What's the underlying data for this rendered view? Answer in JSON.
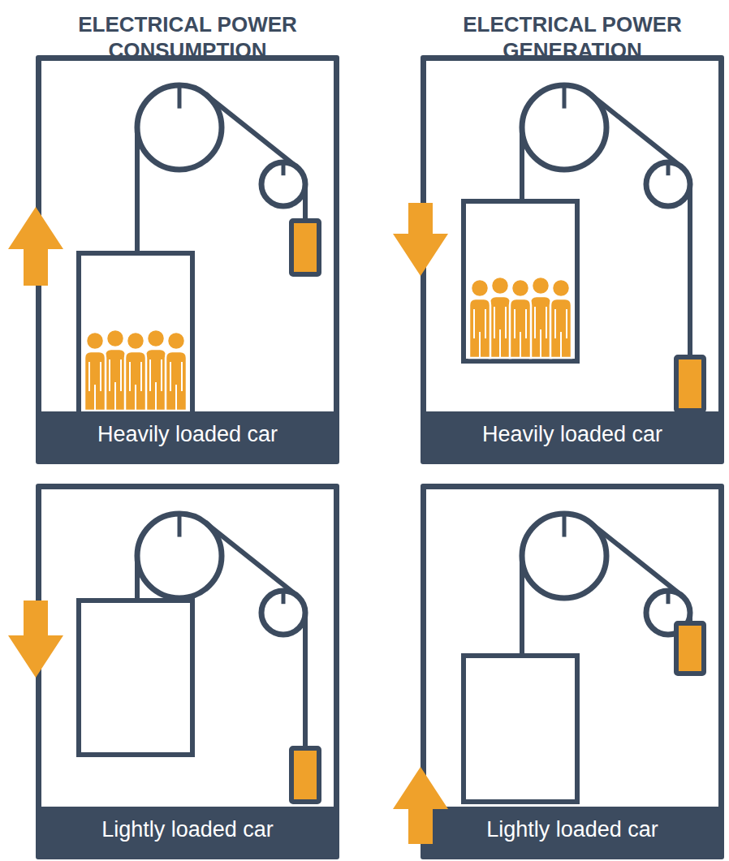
{
  "diagram": {
    "nodes": [
      {
        "text": [
          "Heavily loaded car"
        ]
      },
      {
        "text": [
          "Heavily loaded car"
        ]
      },
      {
        "text": [
          "Lightly loaded car"
        ]
      },
      {
        "text": [
          "Lightly loaded car"
        ]
      }
    ],
    "labels": [
      "ELECTRICAL POWER CONSUMPTION",
      "ELECTRICAL POWER GENERATION"
    ]
  }
}
